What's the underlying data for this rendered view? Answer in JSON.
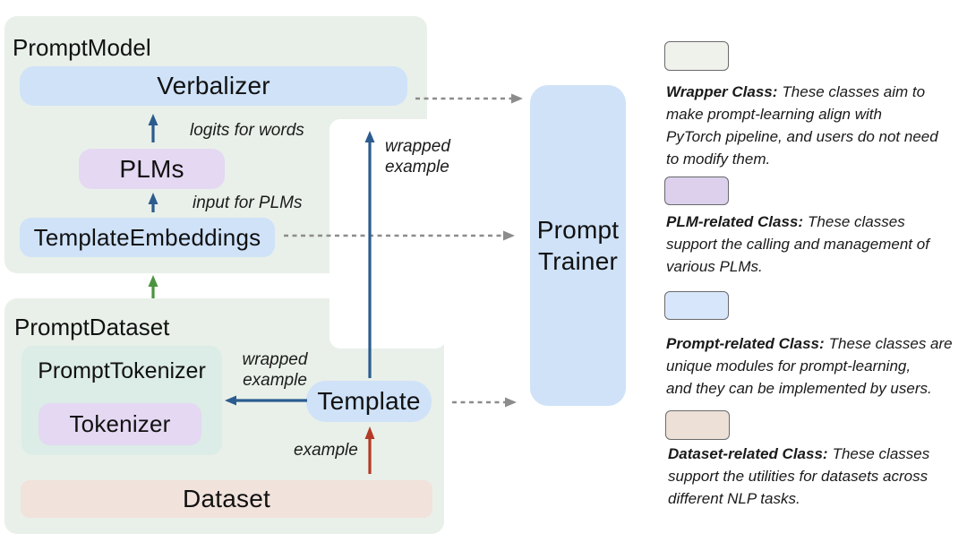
{
  "colors": {
    "wrapper_bg": "#e9f0e9",
    "tokenizer_wrapper_bg": "#dcece7",
    "blue_box_bg": "#cfe2f8",
    "purple_box_bg": "#e4d8f2",
    "dataset_box_bg": "#f1e2db",
    "arrow_blue": "#2b5c8f",
    "arrow_green": "#4a9440",
    "arrow_red": "#b23a26",
    "arrow_gray": "#8c8c8c",
    "swatch_wrapper": "#eef2eb",
    "swatch_plm": "#dcd0ed",
    "swatch_prompt": "#d7e6fb",
    "swatch_dataset": "#ece0d7"
  },
  "prompt_model": {
    "title": "PromptModel",
    "verbalizer": "Verbalizer",
    "plms": "PLMs",
    "template_embeddings": "TemplateEmbeddings",
    "logits_label": "logits for words",
    "input_label": "input for PLMs"
  },
  "prompt_dataset": {
    "title": "PromptDataset",
    "prompt_tokenizer": "PromptTokenizer",
    "tokenizer": "Tokenizer",
    "template": "Template",
    "dataset": "Dataset",
    "wrapped_line1": "wrapped",
    "wrapped_line2": "example",
    "example_label": "example"
  },
  "flow": {
    "wrapped_line1": "wrapped",
    "wrapped_line2": "example"
  },
  "trainer": {
    "line1": "Prompt",
    "line2": "Trainer"
  },
  "legend_items": [
    {
      "lead": "Wrapper Class:",
      "line1_rest": "These classes aim to",
      "line2": "make prompt-learning align with",
      "line3": "PyTorch pipeline, and users do not need",
      "line4": "to modify them."
    },
    {
      "lead": "PLM-related Class:",
      "line1_rest": "These classes",
      "line2": "support the calling and management of",
      "line3": "various PLMs."
    },
    {
      "lead": "Prompt-related Class:",
      "line1_rest": "These classes are",
      "line2": "unique modules for prompt-learning,",
      "line3": "and they can be implemented by users."
    },
    {
      "lead": "Dataset-related Class:",
      "line1_rest": "These classes",
      "line2": "support the utilities for datasets across",
      "line3": "different NLP tasks."
    }
  ]
}
